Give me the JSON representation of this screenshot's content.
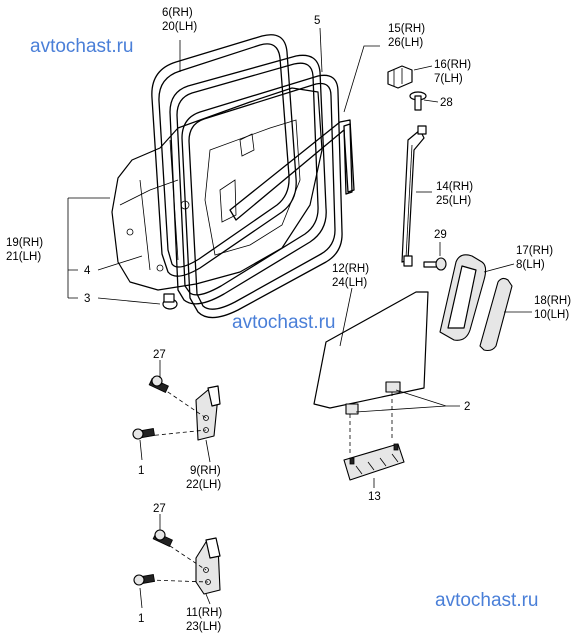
{
  "watermark": "avtochast.ru",
  "labels": {
    "l6": "6(RH)",
    "l20": "20(LH)",
    "l5": "5",
    "l15": "15(RH)",
    "l26": "26(LH)",
    "l16": "16(RH)",
    "l7": "7(LH)",
    "l28": "28",
    "l14": "14(RH)",
    "l25": "25(LH)",
    "l19": "19(RH)",
    "l21": "21(LH)",
    "l4": "4",
    "l3": "3",
    "l29": "29",
    "l17": "17(RH)",
    "l8": "8(LH)",
    "l12": "12(RH)",
    "l24": "24(LH)",
    "l18": "18(RH)",
    "l10": "10(LH)",
    "l27a": "27",
    "l1a": "1",
    "l9": "9(RH)",
    "l22": "22(LH)",
    "l2": "2",
    "l13": "13",
    "l27b": "27",
    "l1b": "1",
    "l11": "11(RH)",
    "l23": "23(LH)"
  }
}
